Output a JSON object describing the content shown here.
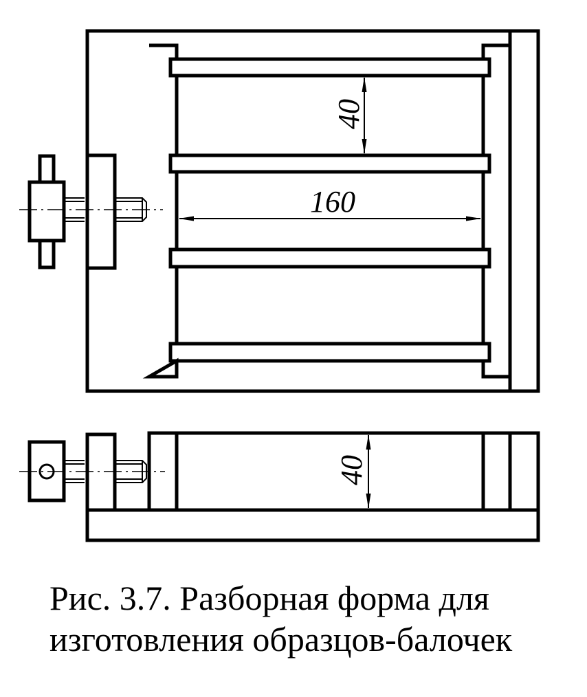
{
  "figure": {
    "dimensions": {
      "plan_spacing": "40",
      "plan_length": "160",
      "side_height": "40"
    },
    "caption": {
      "line1": "Рис. 3.7. Разборная форма для",
      "line2": "изготовления образцов-балочек"
    }
  }
}
